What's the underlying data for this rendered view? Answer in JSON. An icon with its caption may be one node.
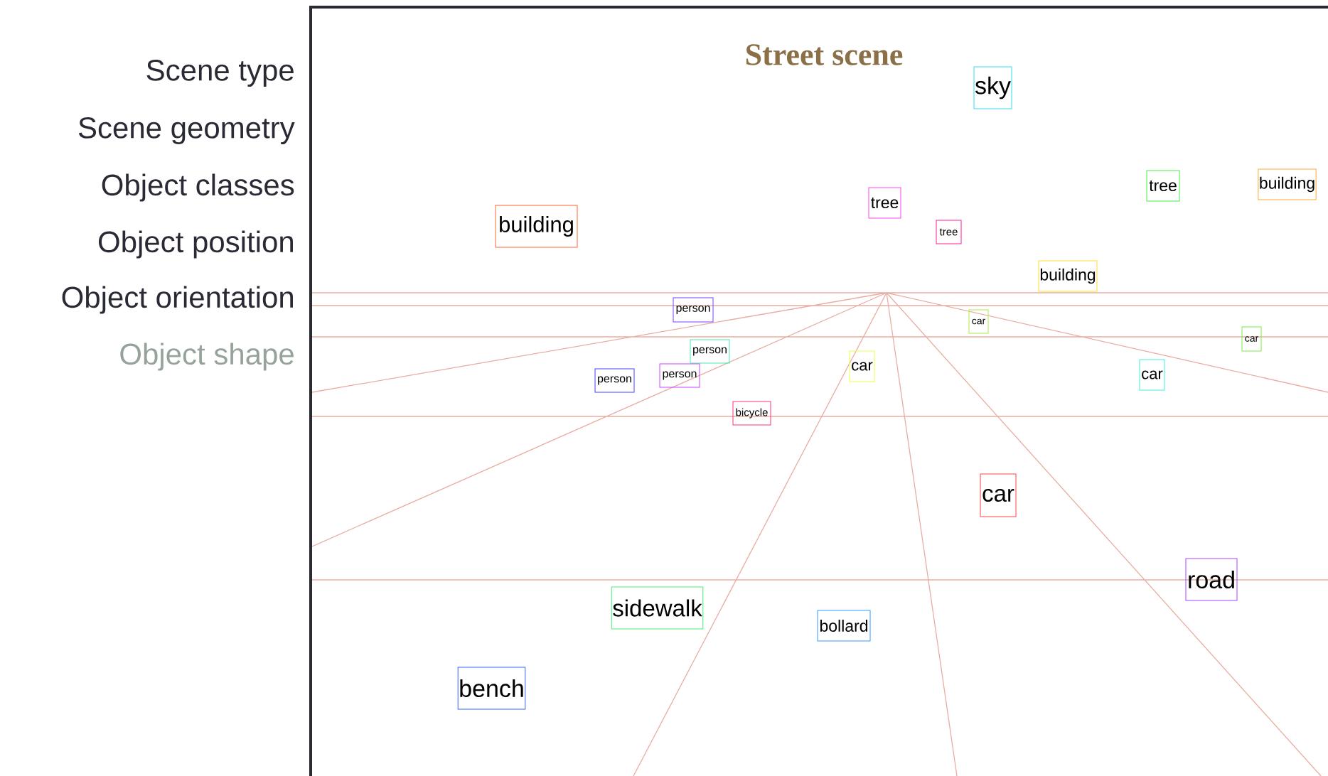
{
  "diagram": {
    "title": "Street scene",
    "nodes": [
      {
        "text": [
          "sky"
        ]
      },
      {
        "text": [
          "building"
        ]
      },
      {
        "text": [
          "tree"
        ]
      },
      {
        "text": [
          "tree"
        ]
      },
      {
        "text": [
          "building"
        ]
      },
      {
        "text": [
          "tree"
        ]
      },
      {
        "text": [
          "building"
        ]
      },
      {
        "text": [
          "person"
        ]
      },
      {
        "text": [
          "car"
        ]
      },
      {
        "text": [
          "car"
        ]
      },
      {
        "text": [
          "person"
        ]
      },
      {
        "text": [
          "car"
        ]
      },
      {
        "text": [
          "car"
        ]
      },
      {
        "text": [
          "person"
        ]
      },
      {
        "text": [
          "person"
        ]
      },
      {
        "text": [
          "bicycle"
        ]
      },
      {
        "text": [
          "car"
        ]
      },
      {
        "text": [
          "road"
        ]
      },
      {
        "text": [
          "sidewalk"
        ]
      },
      {
        "text": [
          "bollard"
        ]
      },
      {
        "text": [
          "bench"
        ]
      }
    ],
    "labels": [
      "Scene type",
      "Scene geometry",
      "Object classes",
      "Object position",
      "Object orientation",
      "Object shape"
    ]
  }
}
